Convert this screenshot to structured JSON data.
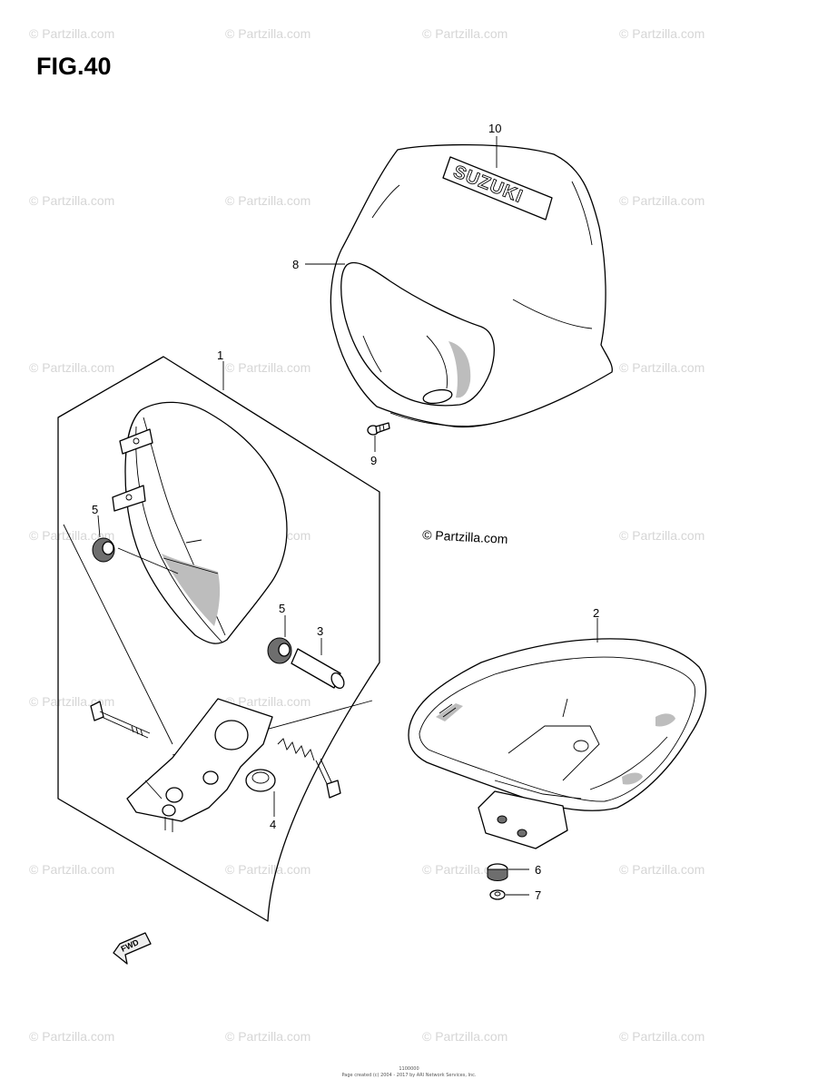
{
  "figure": {
    "title": "FIG.40",
    "footer_code": "1100000",
    "footer_copy": "Page created (c) 2004 - 2017 by ARI Network Services, Inc."
  },
  "watermark": {
    "text": "© Partzilla.com",
    "center_text": "© Partzilla.com"
  },
  "callouts": {
    "c1": "1",
    "c2": "2",
    "c3": "3",
    "c4": "4",
    "c5a": "5",
    "c5b": "5",
    "c6": "6",
    "c7": "7",
    "c8": "8",
    "c9": "9",
    "c10": "10"
  },
  "logos": {
    "brand": "SUZUKI",
    "fwd_arrow": "FWD"
  }
}
